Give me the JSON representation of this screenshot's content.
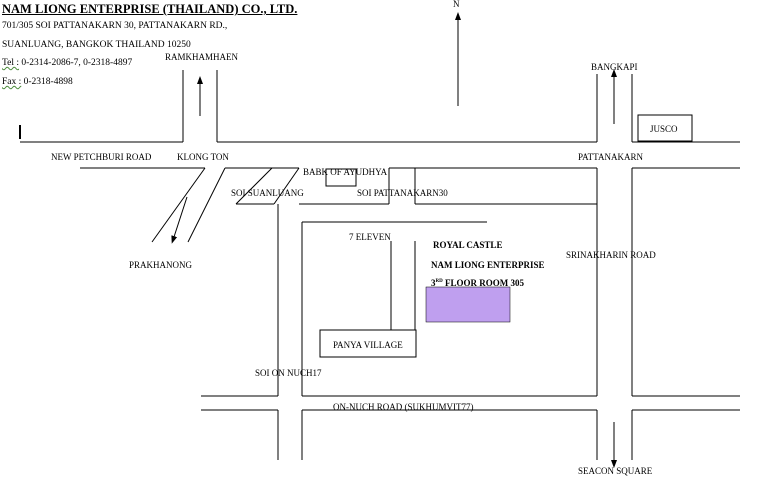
{
  "header": {
    "company": "NAM LIONG ENTERPRISE (THAILAND) CO., LTD.",
    "address_line1": "701/305 SOI PATTANAKARN 30, PATTANAKARN RD.,",
    "address_line2": "SUANLUANG, BANGKOK THAILAND 10250",
    "tel_label": "Tel :",
    "tel_value": " 0-2314-2086-7, 0-2318-4897",
    "fax_label": "Fax :",
    "fax_value": " 0-2318-4898"
  },
  "map": {
    "north": "N",
    "roads": {
      "ramkhamhaeng": "RAMKHAMHAEN",
      "bangkapi": "BANGKAPI",
      "new_petchburi": "NEW PETCHBURI ROAD",
      "klongton": "KLONG TON",
      "pattanakarn": "PATTANAKARN",
      "soi_suanluang": "SOI SUANLUANG",
      "soi_pattanakarn30": "SOI PATTANAKARN30",
      "prakhanong": "PRAKHANONG",
      "srinakharin": "SRINAKHARIN ROAD",
      "soi_on_nuch17": "SOI ON NUCH17",
      "on_nuch": "ON-NUCH ROAD (SUKHUMVIT77)",
      "seacon": "SEACON SQUARE"
    },
    "landmarks": {
      "jusco": "JUSCO",
      "bank": "BABK OF AYUDHYA",
      "seven_eleven": "7 ELEVEN",
      "panya_village": "PANYA VILLAGE"
    },
    "destination": {
      "line1": "ROYAL CASTLE",
      "line2": "NAM LIONG ENTERPRISE",
      "floor_number": "3",
      "floor_suffix": "RD",
      "line3": " FLOOR ROOM 305",
      "highlight_color": "#bf9fef"
    }
  }
}
